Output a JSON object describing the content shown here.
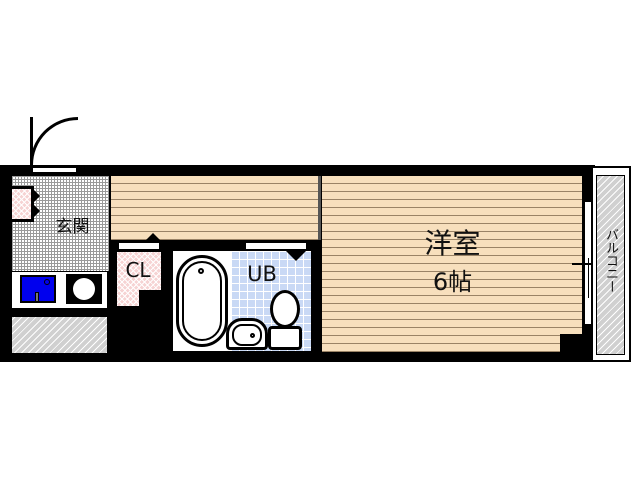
{
  "floor_plan": {
    "rooms": {
      "entrance": {
        "label": "玄関"
      },
      "closet": {
        "label": "CL"
      },
      "unit_bath": {
        "label": "UB"
      },
      "western_room": {
        "label": "洋室",
        "size": "6帖"
      },
      "balcony": {
        "label": "バルコニー"
      }
    },
    "colors": {
      "wall": "#000000",
      "wood_floor": "#f7dfbd",
      "wood_line": "#9a8366",
      "bath_tile": "#c9d9f5",
      "closet_pink": "#f6d3d3",
      "sink_blue": "#0000ee",
      "balcony_gray": "#d6d6d6"
    }
  }
}
